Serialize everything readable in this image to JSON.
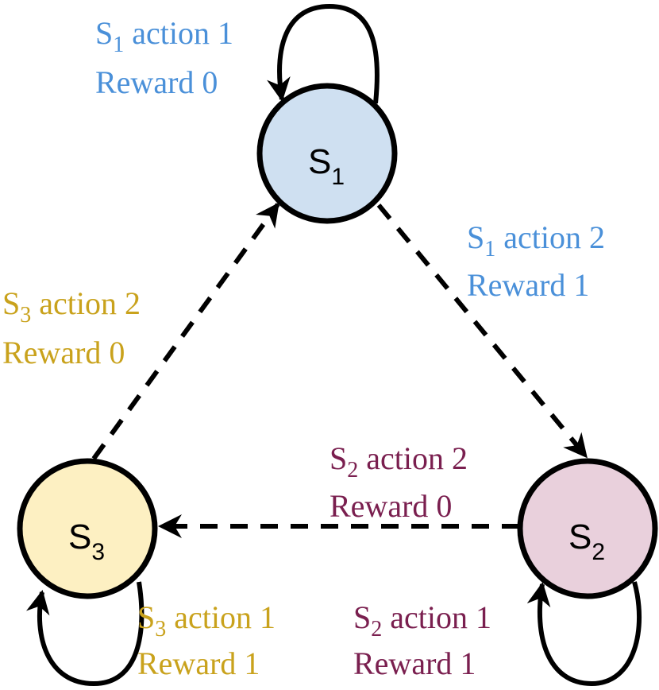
{
  "colors": {
    "s1_fill": "#cfe0f1",
    "s2_fill": "#e9d0dc",
    "s3_fill": "#fdf0c2",
    "s1_text": "#4a90d9",
    "s2_text": "#7a1f4f",
    "s3_text": "#c9a21c"
  },
  "nodes": {
    "s1": {
      "letter": "S",
      "sub": "1"
    },
    "s2": {
      "letter": "S",
      "sub": "2"
    },
    "s3": {
      "letter": "S",
      "sub": "3"
    }
  },
  "edges": {
    "s1_self": {
      "state": "S",
      "sub": "1",
      "action": " action 1",
      "reward": "Reward 0"
    },
    "s1_to_s2": {
      "state": "S",
      "sub": "1",
      "action": " action 2",
      "reward": "Reward 1"
    },
    "s2_to_s3": {
      "state": "S",
      "sub": "2",
      "action": " action 2",
      "reward": "Reward 0"
    },
    "s2_self": {
      "state": "S",
      "sub": "2",
      "action": " action 1",
      "reward": "Reward 1"
    },
    "s3_to_s1": {
      "state": "S",
      "sub": "3",
      "action": " action 2",
      "reward": "Reward 0"
    },
    "s3_self": {
      "state": "S",
      "sub": "3",
      "action": " action 1",
      "reward": "Reward 1"
    }
  }
}
